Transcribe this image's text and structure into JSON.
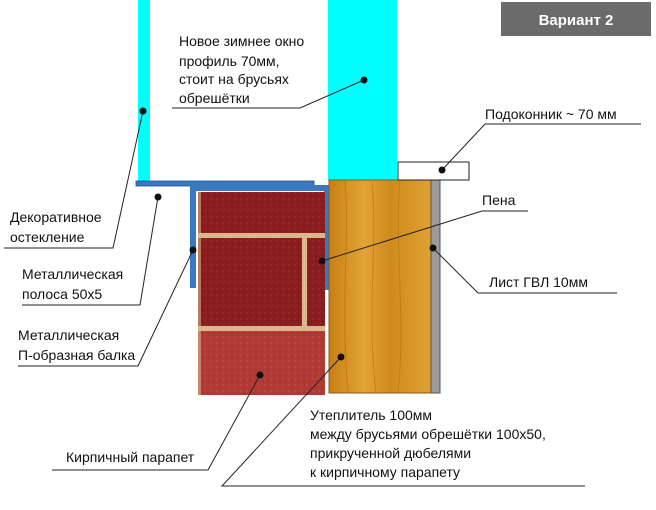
{
  "badge": {
    "text": "Вариант 2"
  },
  "labels": {
    "window": [
      "Новое зимнее окно",
      "профиль 70мм,",
      "стоит на брусьях",
      "обрешётки"
    ],
    "sill": [
      "Подоконник ~ 70 мм"
    ],
    "foam": [
      "Пена"
    ],
    "gvl": [
      "Лист ГВЛ 10мм"
    ],
    "decor": [
      "Декоративное",
      "остекление"
    ],
    "strip": [
      "Металлическая",
      "полоса 50х5"
    ],
    "beam": [
      "Металлическая",
      "П-образная балка"
    ],
    "parapet": [
      "Кирпичный парапет"
    ],
    "insulation": [
      "Утеплитель 100мм",
      "между брусьями обрешётки 100х50,",
      "прикрученной дюбелями",
      "к кирпичному парапету"
    ]
  },
  "colors": {
    "glass": "#00ffff",
    "brick": "#8b1e1e",
    "brick_lower": "#b13a35",
    "mortar": "#d8b88c",
    "wood": "#d9901e",
    "gvl": "#9b9b9b",
    "metal": "#3b78c2",
    "badge_bg": "#6b6b6b"
  }
}
